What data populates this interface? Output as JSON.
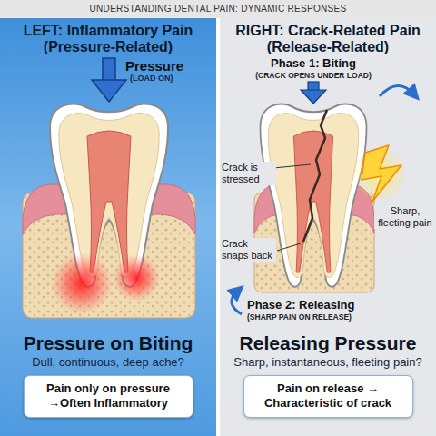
{
  "diagram": {
    "title": "UNDERSTANDING DENTAL PAIN: DYNAMIC RESPONSES",
    "nodes": [
      {
        "text": [
          "LEFT: Inflammatory Pain (Pressure-Related)",
          "Pressure on Biting",
          "Dull, continuous, deep ache?"
        ]
      },
      {
        "text": [
          "Pain only on pressure →Often Inflammatory"
        ],
        "in": 0
      },
      {
        "text": [
          "RIGHT: Crack-Related Pain (Release-Related)",
          "Releasing Pressure",
          "Sharp, instantaneous, fleeting pain?"
        ]
      },
      {
        "text": [
          "Pain on release → Characteristic of crack"
        ],
        "in": 2
      }
    ],
    "labels": [
      "Pressure",
      "(LOAD ON)",
      "Phase 1: Biting",
      "(CRACK OPENS UNDER LOAD)",
      "Crack is stressed",
      "Sharp, fleeting pain",
      "Crack snaps back",
      "Phase 2: Releasing",
      "(SHARP PAIN ON RELEASE)"
    ]
  }
}
